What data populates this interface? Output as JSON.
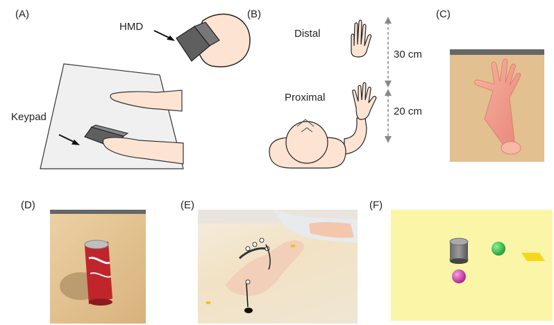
{
  "panels": {
    "a": {
      "label": "(A)",
      "hmd_label": "HMD",
      "keypad_label": "Keypad"
    },
    "b": {
      "label": "(B)",
      "distal_label": "Distal",
      "proximal_label": "Proximal",
      "distance_upper": "30 cm",
      "distance_lower": "20 cm"
    },
    "c": {
      "label": "(C)"
    },
    "d": {
      "label": "(D)"
    },
    "e": {
      "label": "(E)"
    },
    "f": {
      "label": "(F)"
    }
  },
  "colors": {
    "skin": "#fde3d2",
    "device": "#5f5f5f",
    "table": "#f0f0f0",
    "vr_floor": "#e2c08f",
    "vr_yellow": "#fbf5a8",
    "can_red": "#c0252b",
    "ball_green": "#22bb44",
    "ball_magenta": "#d02aa6"
  }
}
